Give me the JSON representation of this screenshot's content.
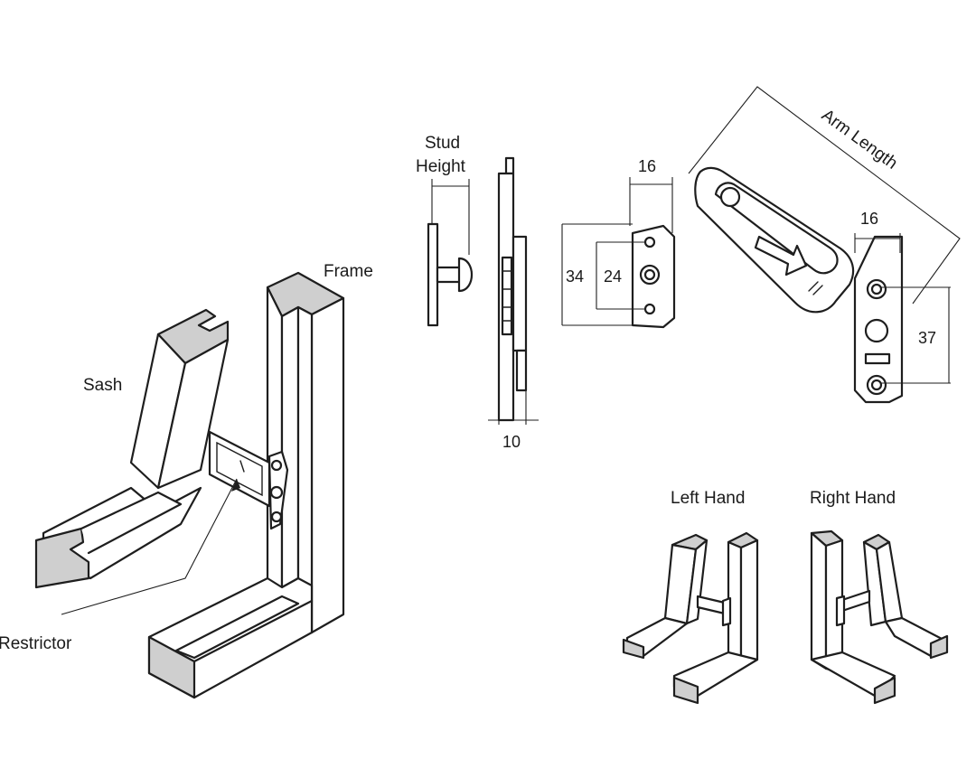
{
  "labels": {
    "frame": "Frame",
    "sash": "Sash",
    "restrictor": "Restrictor",
    "stud_height_line1": "Stud",
    "stud_height_line2": "Height",
    "arm_length": "Arm Length",
    "left_hand": "Left Hand",
    "right_hand": "Right Hand"
  },
  "dimensions": {
    "stud_width": "10",
    "plate_width": "16",
    "plate_height": "34",
    "hole_spacing": "24",
    "pivot_width": "16",
    "pivot_height": "37"
  },
  "colors": {
    "ink": "#1e1e1e",
    "shading": "#cfcfcf",
    "background": "#ffffff"
  }
}
